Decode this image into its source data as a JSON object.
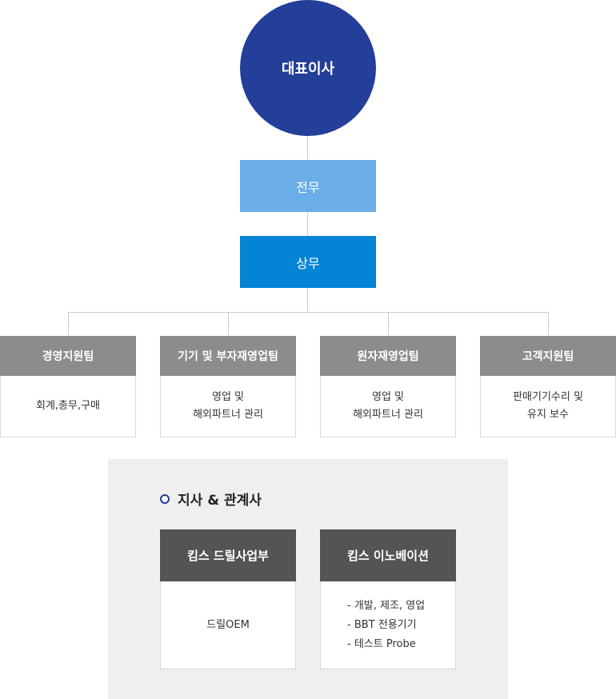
{
  "ceo": {
    "label": "대표이사"
  },
  "executive_director": {
    "label": "전무"
  },
  "managing_director": {
    "label": "상무"
  },
  "teams": [
    {
      "name": "경영지원팀",
      "duties": [
        "회계,총무,구매"
      ]
    },
    {
      "name": "기기 및 부자재영업팀",
      "duties": [
        "영업 및",
        "해외파트너 관리"
      ]
    },
    {
      "name": "원자재영업팀",
      "duties": [
        "영업 및",
        "해외파트너 관리"
      ]
    },
    {
      "name": "고객지원팀",
      "duties": [
        "판매기기수리 및",
        "유지 보수"
      ]
    }
  ],
  "affiliates": {
    "title": "지사 & 관계사",
    "items": [
      {
        "name": "킴스 드릴사업부",
        "lines": [
          "드릴OEM"
        ]
      },
      {
        "name": "킴스 이노베이션",
        "lines": [
          "- 개발, 제조, 영업",
          "- BBT 전용기기",
          "- 테스트 Probe"
        ]
      }
    ]
  },
  "colors": {
    "ceo": "#233f99",
    "executive_director": "#6aade7",
    "managing_director": "#0583d5",
    "team_header": "#8c8c8c",
    "affiliate_header": "#545454",
    "panel_background": "#efefef",
    "connector": "#cccccc"
  }
}
